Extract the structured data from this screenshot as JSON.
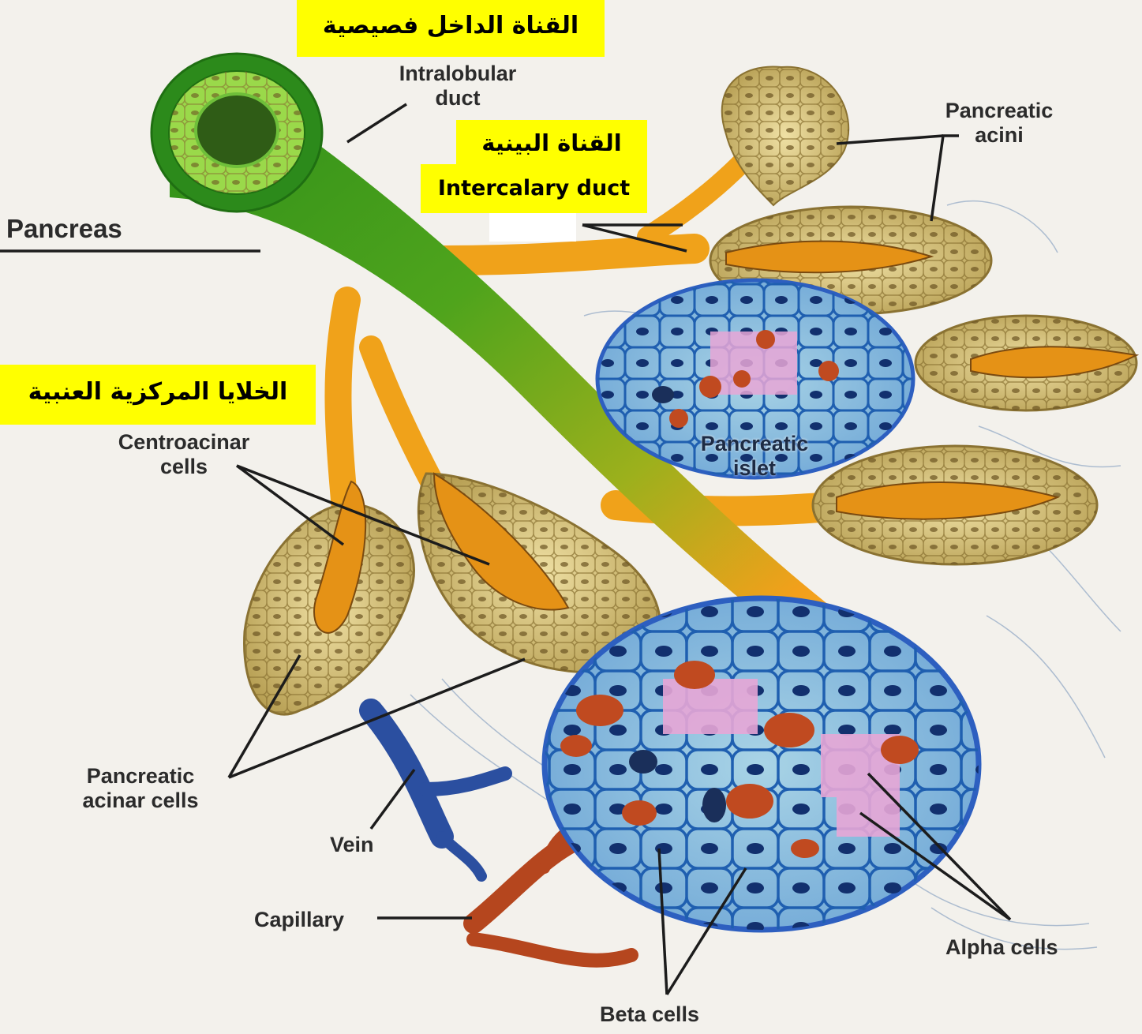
{
  "labels": {
    "intralobular_duct": [
      "Intralobular",
      "duct"
    ],
    "pancreatic_acini": [
      "Pancreatic",
      "acini"
    ],
    "pancreas": "Pancreas",
    "centroacinar_cells": [
      "Centroacinar",
      "cells"
    ],
    "pancreatic_islet": [
      "Pancreatic",
      "islet"
    ],
    "pancreatic_acinar_cells": [
      "Pancreatic",
      "acinar cells"
    ],
    "vein": "Vein",
    "capillary": "Capillary",
    "alpha_cells": "Alpha cells",
    "beta_cells": "Beta cells"
  },
  "highlights": {
    "intralobular_ar": "القناة الداخل فصيصية",
    "intercalary_ar": "القناة البينية",
    "intercalary_en": "Intercalary duct",
    "centroacinar_ar": "الخلايا المركزية العنبية"
  },
  "colors": {
    "duct_green": "#3f9a1c",
    "duct_orange": "#f0a21a",
    "acinus_tan": "#d6c27a",
    "islet_blue": "#3d6fd0",
    "alpha_pink": "#e7a6d6",
    "beta_red": "#c04a20",
    "vein_blue": "#2b4fa0",
    "capillary_red": "#b5461e",
    "highlight_yellow": "#ffff00"
  }
}
